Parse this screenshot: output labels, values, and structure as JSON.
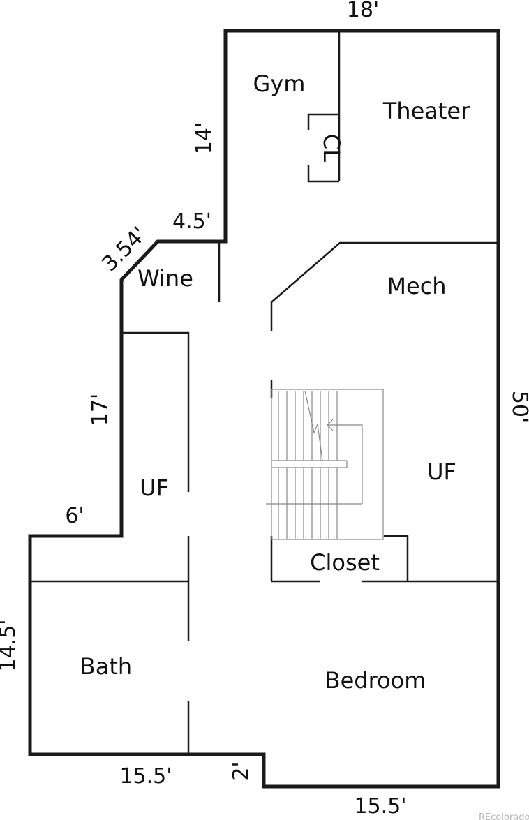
{
  "rooms": {
    "gym": "Gym",
    "theater": "Theater",
    "closet_cl": "CL",
    "wine": "Wine",
    "mech": "Mech",
    "uf_left": "UF",
    "uf_right": "UF",
    "closet": "Closet",
    "bath": "Bath",
    "bedroom": "Bedroom"
  },
  "dimensions": {
    "top_width": "18'",
    "upper_left_height": "14'",
    "step_width": "4.5'",
    "diagonal": "3.54'",
    "middle_left_height": "17'",
    "lower_step_width": "6'",
    "right_height": "50'",
    "bottom_left_height": "14.5'",
    "bottom_left_width": "15.5'",
    "bottom_step": "2'",
    "bottom_right_width": "15.5'"
  },
  "watermark": "REcolorado"
}
